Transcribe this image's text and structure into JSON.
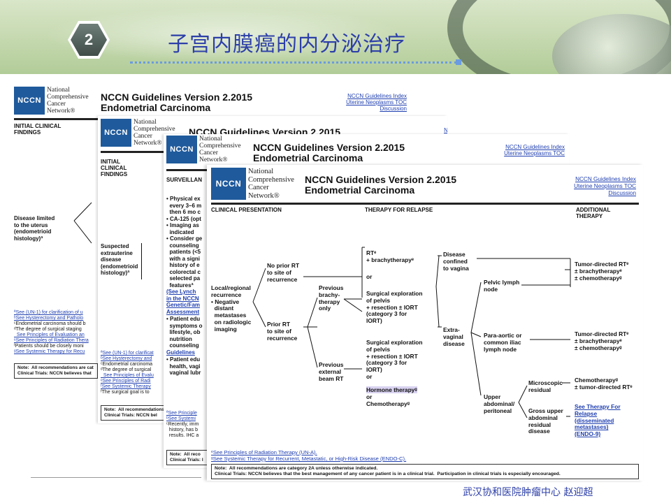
{
  "slide": {
    "number": "2",
    "title": "子宫内膜癌的内分泌治疗",
    "footer": "武汉协和医院肿瘤中心   赵迎超"
  },
  "nccn": {
    "logo_box": "NCCN",
    "logo_lines": [
      "National",
      "Comprehensive",
      "Cancer",
      "Network®"
    ],
    "title_line1": "NCCN Guidelines Version 2.2015",
    "title_line2": "Endometrial Carcinoma",
    "links": [
      "NCCN Guidelines Index",
      "Uterine Neoplasms TOC",
      "Discussion"
    ]
  },
  "page1": {
    "headings": [
      "INITIAL CLINICAL",
      "FINDINGS"
    ],
    "finding1": "Disease limited\nto the uterus\n(endometrioid\nhistology)ª",
    "footnotes": [
      {
        "text": "ªSee (UN-1) for clarification of u",
        "link": true
      },
      {
        "text": "ᵇSee Hysterectomy and Patholo",
        "link": true
      },
      {
        "text": "ᶜEndometrial carcinoma should b",
        "link": false
      },
      {
        "text": "ᵈThe degree of surgical staging",
        "link": false
      },
      {
        "text": "  See Principles of Evaluation an",
        "link": true
      },
      {
        "text": "ᵉSee Principles of Radiation Thera",
        "link": true
      },
      {
        "text": "ᶠPatients should be closely moni",
        "link": false
      },
      {
        "text": "ᵍSee Systemic Therapy for Recu",
        "link": true
      }
    ],
    "note": "Note:  All recommendations are cat\nClinical Trials: NCCN believes that"
  },
  "page2": {
    "headings": [
      "INITIAL",
      "CLINICAL",
      "FINDINGS"
    ],
    "finding": "Suspected\nextrauterine\ndisease\n(endometrioid\nhistology)ª",
    "footnotes": [
      {
        "text": "ªSee (UN-1) for clarificat",
        "link": true
      },
      {
        "text": "ᵇSee Hysterectomy and",
        "link": true
      },
      {
        "text": "ᶜEndometrial carcinoma",
        "link": false
      },
      {
        "text": "ᵈThe degree of surgical",
        "link": false
      },
      {
        "text": "  See Principles of Evalu",
        "link": true
      },
      {
        "text": "ᵉSee Principles of Radi",
        "link": true
      },
      {
        "text": "ᶠSee Systemic Therapy",
        "link": true
      },
      {
        "text": "ᶠThe surgical goal is to",
        "link": false
      }
    ],
    "note": "Note:  All recommendations\nClinical Trials: NCCN bel"
  },
  "page3": {
    "heading": "SURVEILLAN",
    "items": "• Physical ex\n  every 3–6 m\n  then 6 mo c\n• CA-125 (opt\n• Imaging as\n  indicated\n• Consider ge\n  counseling\n  patients (<5\n  with a signi\n  history of e\n  colorectal c\n  selected pa\n  featuresª",
    "link_lines": "(See Lynch\nin the NCCN\nGenetic/Fam\nAssessment",
    "items2": "• Patient edu\n  symptoms o\n  lifestyle, ob\n  nutrition\n  counseling",
    "link2": "Guidelines",
    "items3": "• Patient edu\n  health, vagi\n  vaginal lubr",
    "footnotes": [
      {
        "text": "ªSee Principle",
        "link": true
      },
      {
        "text": "ᵇSee Systemi",
        "link": true
      },
      {
        "text": "ᶜRecently, imm",
        "link": false
      },
      {
        "text": "  history, has b",
        "link": false
      },
      {
        "text": "  results. IHC a",
        "link": false
      }
    ],
    "note": "Note:  All reco\nClinical Trials: I"
  },
  "front": {
    "col_clinical": "CLINICAL PRESENTATION",
    "col_therapy": "THERAPY FOR RELAPSE",
    "col_additional": "ADDITIONAL\nTHERAPY",
    "presentation": "Local/regional\nrecurrence\n• Negative\n  distant\n  metastases\n  on radiologic\n  imaging",
    "no_prior_rt": "No prior RT\nto site of\nrecurrence",
    "prior_rt": "Prior RT\nto site of\nrecurrence",
    "rt_brachy": "RTᵉ\n+ brachytherapyᵉ",
    "or1": "or",
    "surgical1": "Surgical exploration\nof pelvis\n+ resection ± IORT\n(category 3 for\nIORT)",
    "previous_brachy": "Previous\nbrachy-\ntherapy\nonly",
    "previous_ebrt": "Previous\nexternal\nbeam RT",
    "surgical2": "Surgical exploration\nof pelvis\n+ resection ± IORT\n(category 3 for\nIORT)\nor",
    "hormone": "Hormone therapyᵍ",
    "or_chemo": "or\nChemotherapyᵍ",
    "disease_confined": "Disease\nconfined\nto vagina",
    "extra_vaginal": "Extra-\nvaginal\ndisease",
    "pelvic_node": "Pelvic lymph\nnode",
    "para_aortic": "Para-aortic or\ncommon iliac\nlymph node",
    "upper_abdominal": "Upper\nabdominal/\nperitoneal",
    "microscopic": "Microscopic\nresidual",
    "gross_upper": "Gross upper\nabdominal\nresidual\ndisease",
    "tumor_directed1": "Tumor-directed RTᵉ\n± brachytherapyᵉ\n± chemotherapyᵍ",
    "tumor_directed2": "Tumor-directed RTᵉ\n± brachytherapyᵉ\n± chemotherapyᵍ",
    "chemo_tumor": "Chemotherapyᵍ\n± tumor-directed RTᵉ",
    "see_therapy": "See Therapy For\nRelapse\n(disseminated\nmetastases)\n(ENDO-9)",
    "fn1": "ᵉSee Principles of Radiation Therapy (UN-A).",
    "fn2": "ᵍSee Systemic Therapy for Recurrent, Metastatic, or High-Risk Disease (ENDO-C).",
    "note": "Note:  All recommendations are category 2A unless otherwise indicated.\nClinical Trials: NCCN believes that the best management of any cancer patient is in a clinical trial.  Participation in clinical trials is especially encouraged."
  }
}
